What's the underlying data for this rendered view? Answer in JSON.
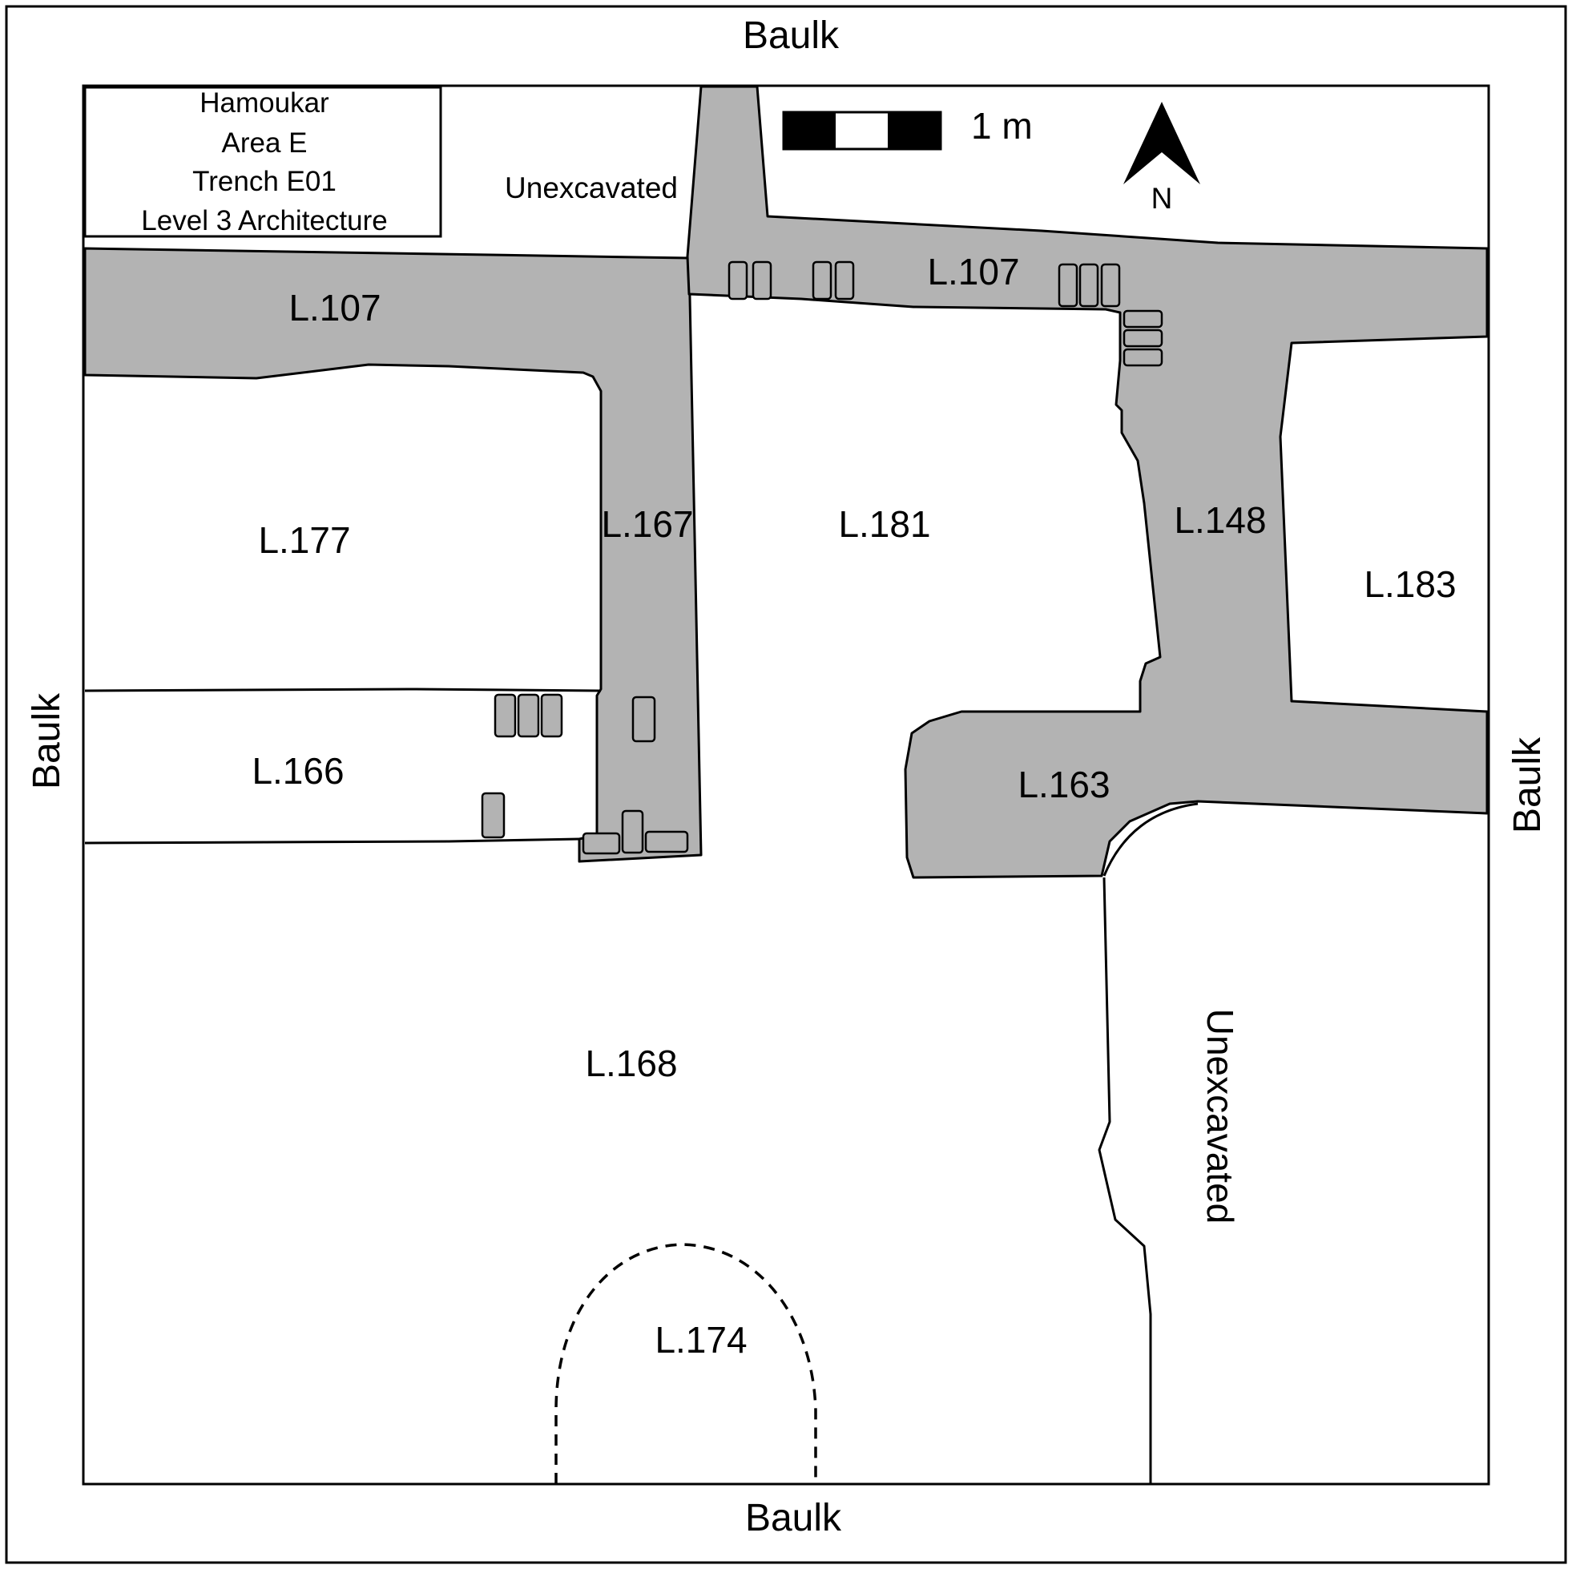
{
  "title_block": {
    "line1": "Hamoukar",
    "line2": "Area E",
    "line3": "Trench E01",
    "line4": "Level 3 Architecture"
  },
  "scale_bar": {
    "label": "1 m"
  },
  "north_arrow": {
    "label": "N"
  },
  "edges": {
    "top": "Baulk",
    "bottom": "Baulk",
    "left": "Baulk",
    "right": "Baulk"
  },
  "unexcavated": {
    "top": "Unexcavated",
    "east": "Unexcavated"
  },
  "loci": {
    "l107_west": "L.107",
    "l107_north": "L.107",
    "l177": "L.177",
    "l167": "L.167",
    "l181": "L.181",
    "l148": "L.148",
    "l183": "L.183",
    "l166": "L.166",
    "l163": "L.163",
    "l168": "L.168",
    "l174": "L.174"
  },
  "colors": {
    "wall_fill": "#b3b3b3",
    "line": "#000000",
    "background": "#ffffff"
  }
}
